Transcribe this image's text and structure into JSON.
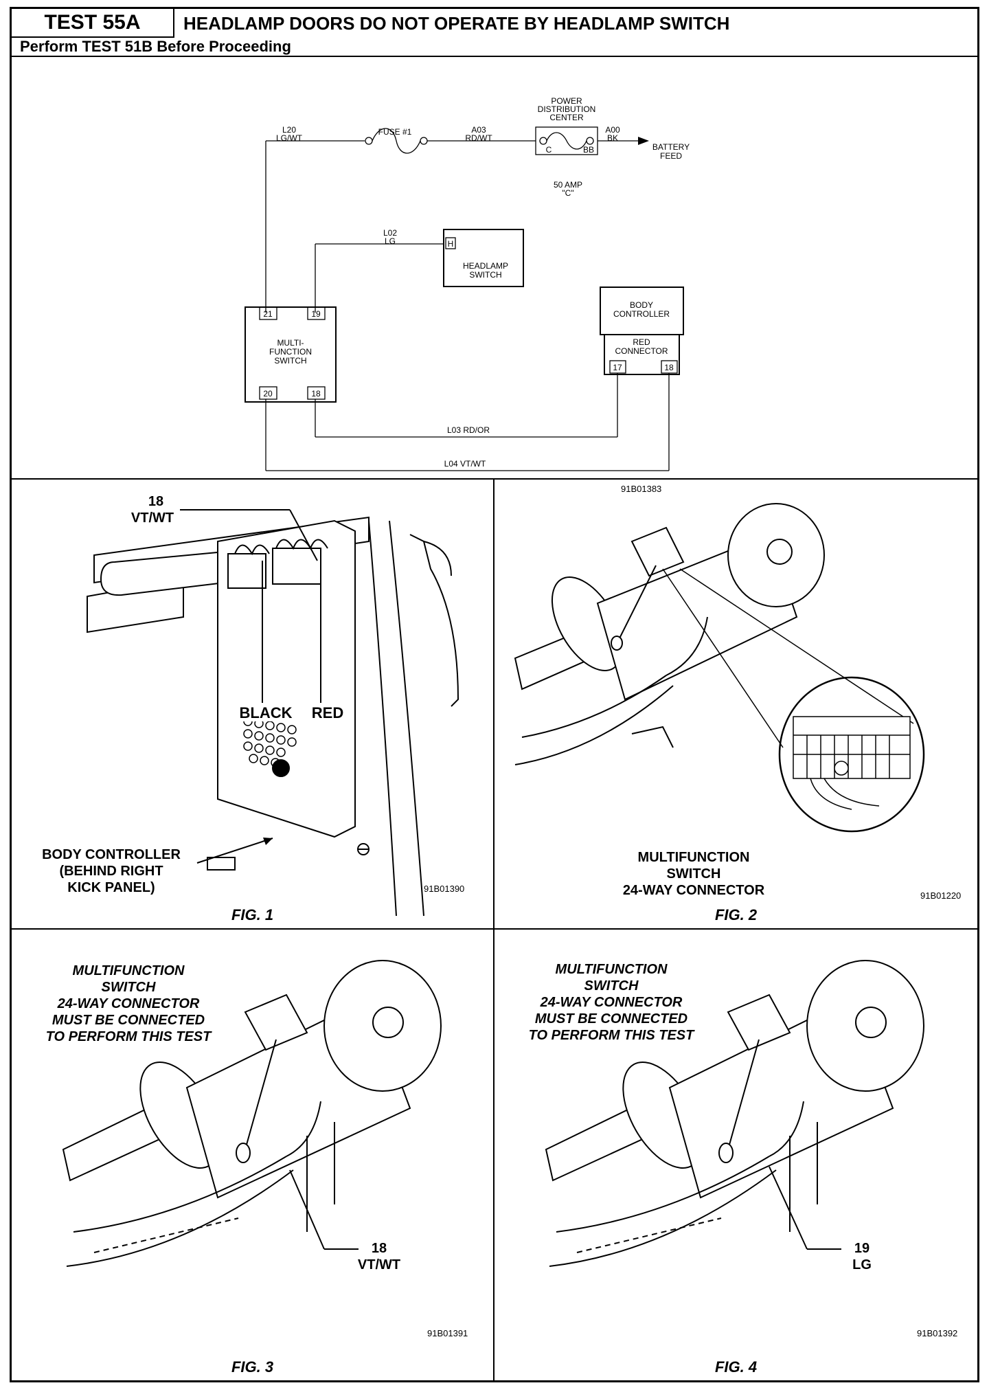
{
  "header": {
    "test_id": "TEST 55A",
    "title": "HEADLAMP DOORS DO NOT OPERATE BY HEADLAMP SWITCH",
    "subtitle": "Perform TEST 51B Before Proceeding"
  },
  "schematic": {
    "wire_l20": [
      "L20",
      "LG/WT"
    ],
    "fuse": "FUSE #1",
    "wire_a03": [
      "A03",
      "RD/WT"
    ],
    "pdc": [
      "POWER",
      "DISTRIBUTION",
      "CENTER"
    ],
    "pdc_pin_c": "C",
    "pdc_pin_bb": "BB",
    "wire_a00": [
      "A00",
      "BK"
    ],
    "battery": [
      "BATTERY",
      "FEED"
    ],
    "amp": [
      "50 AMP",
      "\"C\""
    ],
    "wire_l02": [
      "L02",
      "LG"
    ],
    "hs_pin": "H",
    "headlamp_switch": [
      "HEADLAMP",
      "SWITCH"
    ],
    "mfs_pins": [
      "21",
      "19",
      "20",
      "18"
    ],
    "mfs": [
      "MULTI-",
      "FUNCTION",
      "SWITCH"
    ],
    "body_controller": [
      "BODY",
      "CONTROLLER"
    ],
    "red_connector": [
      "RED",
      "CONNECTOR"
    ],
    "bc_pins": [
      "17",
      "18"
    ],
    "wire_l03": "L03 RD/OR",
    "wire_l04": "L04 VT/WT",
    "code": "91B01383"
  },
  "fig1": {
    "wire": [
      "18",
      "VT/WT"
    ],
    "black": "BLACK",
    "red": "RED",
    "bc_label": [
      "BODY CONTROLLER",
      "(BEHIND RIGHT",
      "KICK PANEL)"
    ],
    "code": "91B01390",
    "caption": "FIG. 1"
  },
  "fig2": {
    "label": [
      "MULTIFUNCTION",
      "SWITCH",
      "24-WAY CONNECTOR"
    ],
    "code": "91B01220",
    "caption": "FIG. 2"
  },
  "fig3": {
    "note": [
      "MULTIFUNCTION",
      "SWITCH",
      "24-WAY CONNECTOR",
      "MUST BE CONNECTED",
      "TO PERFORM THIS TEST"
    ],
    "wire": [
      "18",
      "VT/WT"
    ],
    "code": "91B01391",
    "caption": "FIG. 3"
  },
  "fig4": {
    "note": [
      "MULTIFUNCTION",
      "SWITCH",
      "24-WAY CONNECTOR",
      "MUST BE CONNECTED",
      "TO PERFORM THIS TEST"
    ],
    "wire": [
      "19",
      "LG"
    ],
    "code": "91B01392",
    "caption": "FIG. 4"
  }
}
